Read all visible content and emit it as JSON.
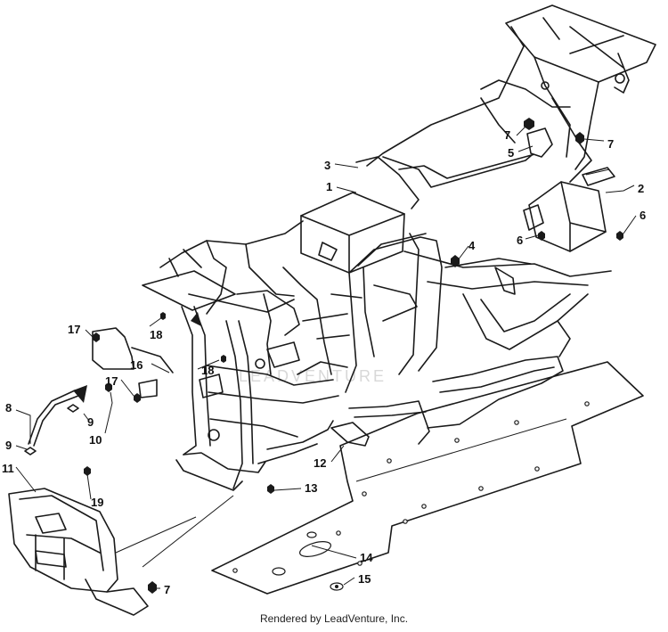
{
  "diagram": {
    "callouts": [
      {
        "id": "c1",
        "label": "1"
      },
      {
        "id": "c2",
        "label": "2"
      },
      {
        "id": "c3",
        "label": "3"
      },
      {
        "id": "c4",
        "label": "4"
      },
      {
        "id": "c5",
        "label": "5"
      },
      {
        "id": "c6a",
        "label": "6"
      },
      {
        "id": "c6b",
        "label": "6"
      },
      {
        "id": "c7a",
        "label": "7"
      },
      {
        "id": "c7b",
        "label": "7"
      },
      {
        "id": "c7c",
        "label": "7"
      },
      {
        "id": "c8",
        "label": "8"
      },
      {
        "id": "c9a",
        "label": "9"
      },
      {
        "id": "c9b",
        "label": "9"
      },
      {
        "id": "c10",
        "label": "10"
      },
      {
        "id": "c11",
        "label": "11"
      },
      {
        "id": "c12",
        "label": "12"
      },
      {
        "id": "c13",
        "label": "13"
      },
      {
        "id": "c14",
        "label": "14"
      },
      {
        "id": "c15",
        "label": "15"
      },
      {
        "id": "c16",
        "label": "16"
      },
      {
        "id": "c17a",
        "label": "17"
      },
      {
        "id": "c17b",
        "label": "17"
      },
      {
        "id": "c18a",
        "label": "18"
      },
      {
        "id": "c18b",
        "label": "18"
      },
      {
        "id": "c19",
        "label": "19"
      }
    ]
  },
  "watermark": "LEADVENTURE",
  "footer": "Rendered by LeadVenture, Inc."
}
